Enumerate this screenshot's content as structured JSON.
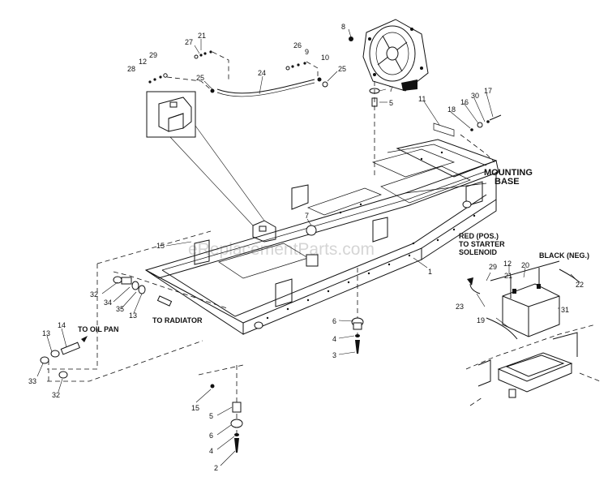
{
  "watermark": "eReplacementParts.com",
  "captions": {
    "mounting_base_line1": "MOUNTING",
    "mounting_base_line2": "BASE",
    "red_pos_line1": "RED (POS.)",
    "red_pos_line2": "TO STARTER",
    "red_pos_line3": "SOLENOID",
    "black_neg": "BLACK (NEG.)",
    "to_oil_pan": "TO OIL PAN",
    "to_radiator": "TO RADIATOR"
  },
  "part_labels": [
    {
      "id": "p8",
      "text": "8"
    },
    {
      "id": "p21a",
      "text": "21"
    },
    {
      "id": "p27",
      "text": "27"
    },
    {
      "id": "p26",
      "text": "26"
    },
    {
      "id": "p9",
      "text": "9"
    },
    {
      "id": "p10",
      "text": "10"
    },
    {
      "id": "p25a",
      "text": "25"
    },
    {
      "id": "p29a",
      "text": "29"
    },
    {
      "id": "p12a",
      "text": "12"
    },
    {
      "id": "p28",
      "text": "28"
    },
    {
      "id": "p25b",
      "text": "25"
    },
    {
      "id": "p24",
      "text": "24"
    },
    {
      "id": "p7a",
      "text": "7"
    },
    {
      "id": "p5a",
      "text": "5"
    },
    {
      "id": "p17",
      "text": "17"
    },
    {
      "id": "p30",
      "text": "30"
    },
    {
      "id": "p16",
      "text": "16"
    },
    {
      "id": "p18",
      "text": "18"
    },
    {
      "id": "p11",
      "text": "11"
    },
    {
      "id": "p7b",
      "text": "7"
    },
    {
      "id": "p15a",
      "text": "15"
    },
    {
      "id": "p1",
      "text": "1"
    },
    {
      "id": "p29b",
      "text": "29"
    },
    {
      "id": "p12b",
      "text": "12"
    },
    {
      "id": "p20",
      "text": "20"
    },
    {
      "id": "p21b",
      "text": "21"
    },
    {
      "id": "p22",
      "text": "22"
    },
    {
      "id": "p23",
      "text": "23"
    },
    {
      "id": "p31",
      "text": "31"
    },
    {
      "id": "p19",
      "text": "19"
    },
    {
      "id": "p32a",
      "text": "32"
    },
    {
      "id": "p34",
      "text": "34"
    },
    {
      "id": "p35",
      "text": "35"
    },
    {
      "id": "p13a",
      "text": "13"
    },
    {
      "id": "p6a",
      "text": "6"
    },
    {
      "id": "p4a",
      "text": "4"
    },
    {
      "id": "p3",
      "text": "3"
    },
    {
      "id": "p14",
      "text": "14"
    },
    {
      "id": "p13b",
      "text": "13"
    },
    {
      "id": "p33",
      "text": "33"
    },
    {
      "id": "p32b",
      "text": "32"
    },
    {
      "id": "p15b",
      "text": "15"
    },
    {
      "id": "p5b",
      "text": "5"
    },
    {
      "id": "p6b",
      "text": "6"
    },
    {
      "id": "p4b",
      "text": "4"
    },
    {
      "id": "p2",
      "text": "2"
    }
  ]
}
